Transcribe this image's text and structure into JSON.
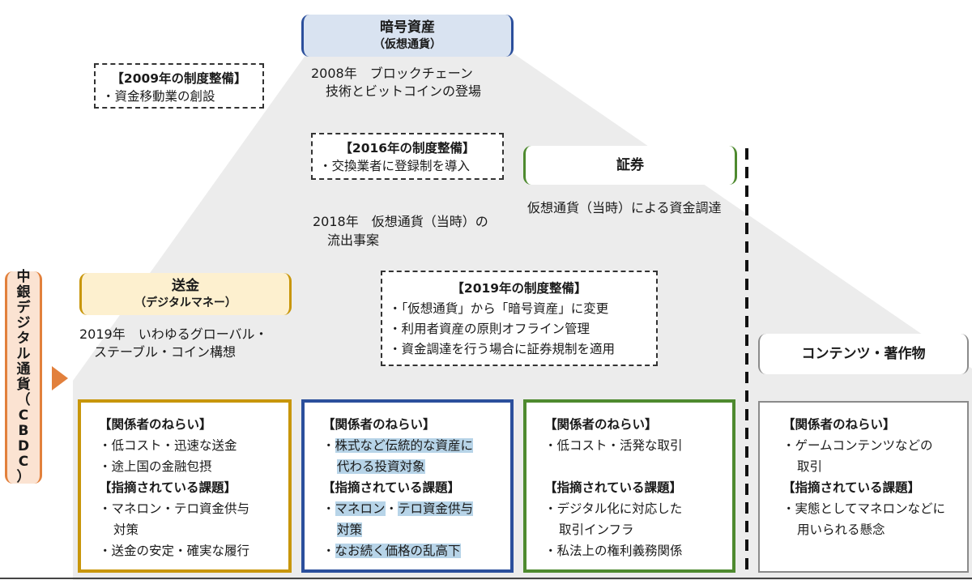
{
  "crypto": {
    "title": "暗号資産",
    "subtitle": "（仮想通貨）"
  },
  "securities": {
    "title": "証券"
  },
  "remittance": {
    "title": "送金",
    "subtitle": "（デジタルマネー）"
  },
  "contents": {
    "title": "コンテンツ・著作物"
  },
  "cbdc": {
    "label": "中銀デジタル通貨（CBDC）"
  },
  "events": {
    "e2008_line1": "2008年　ブロックチェーン",
    "e2008_line2": "技術とビットコインの登場",
    "e2018_line1": "2018年　仮想通貨（当時）の",
    "e2018_line2": "流出事案",
    "e2019_line1": "2019年　いわゆるグローバル・",
    "e2019_line2": "ステーブル・コイン構想",
    "securities_note": "仮想通貨（当時）による資金調達"
  },
  "reg2009": {
    "title": "【2009年の制度整備】",
    "items": [
      "・資金移動業の創設"
    ]
  },
  "reg2016": {
    "title": "【2016年の制度整備】",
    "items": [
      "・交換業者に登録制を導入"
    ]
  },
  "reg2019": {
    "title": "【2019年の制度整備】",
    "items": [
      "・「仮想通貨」から「暗号資産」に変更",
      "・利用者資産の原則オフライン管理",
      "・資金調達を行う場合に証券規制を適用"
    ]
  },
  "cards": {
    "remit": {
      "aim_title": "【関係者のねらい】",
      "aim_1": "・低コスト・迅速な送金",
      "aim_2": "・途上国の金融包摂",
      "issue_title": "【指摘されている課題】",
      "issue_1a": "・マネロン・テロ資金供与",
      "issue_1b": "対策",
      "issue_2": "・送金の安定・確実な履行"
    },
    "crypto": {
      "aim_title": "【関係者のねらい】",
      "aim_1a_prefix": "・",
      "aim_1a": "株式など伝統的な資産に",
      "aim_1b": "代わる投資対象",
      "issue_title": "【指摘されている課題】",
      "issue_1_prefix": "・",
      "issue_1a": "マネロン",
      "issue_1sep": "・",
      "issue_1b": "テロ資金供与",
      "issue_1c": "対策",
      "issue_2_prefix": "・",
      "issue_2": "なお続く価格の乱高下"
    },
    "securities": {
      "aim_title": "【関係者のねらい】",
      "aim_1": "・低コスト・活発な取引",
      "issue_title": "【指摘されている課題】",
      "issue_1a": "・デジタル化に対応した",
      "issue_1b": "取引インフラ",
      "issue_2": "・私法上の権利義務関係"
    },
    "contents": {
      "aim_title": "【関係者のねらい】",
      "aim_1a": "・ゲームコンテンツなどの",
      "aim_1b": "取引",
      "issue_title": "【指摘されている課題】",
      "issue_1a": "・実態としてマネロンなどに",
      "issue_1b": "用いられる懸念"
    }
  },
  "colors": {
    "remit": "#c8960a",
    "crypto": "#2b4f9c",
    "securities": "#4e8a2f",
    "contents": "#7a7a7a",
    "cbdc": "#e2803c",
    "crypto_header_bg": "#d9e3f1",
    "remit_header_bg": "#fdf0cf",
    "highlight": "#b7d4e8"
  }
}
